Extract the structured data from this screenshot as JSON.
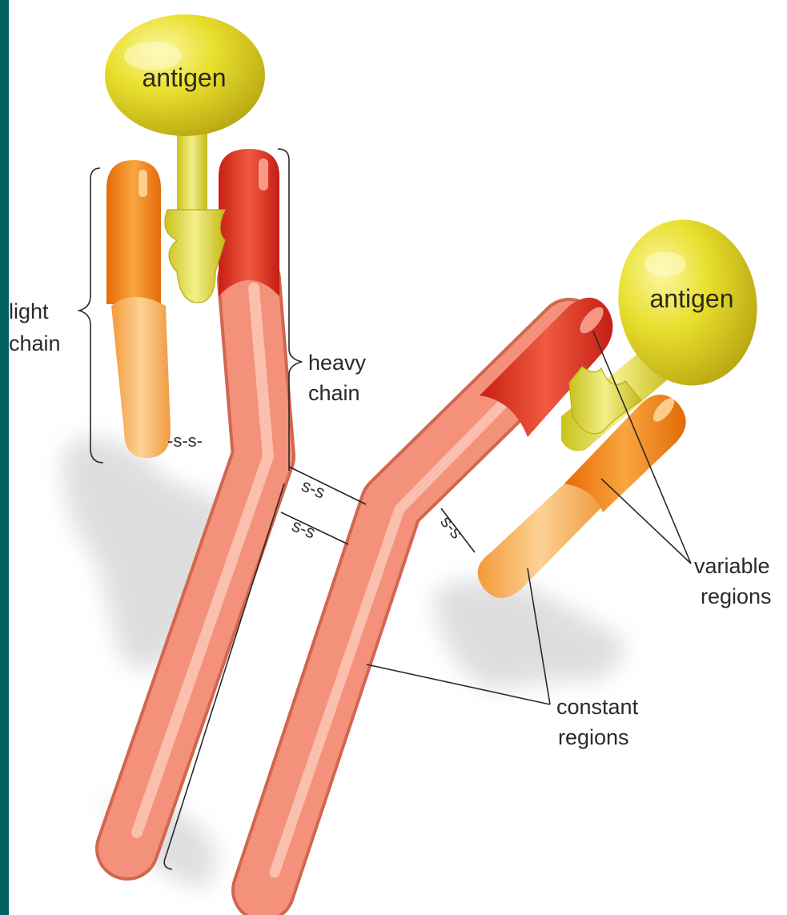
{
  "colors": {
    "edge_bar": "#006060",
    "antigen": "#e4dc2a",
    "antigen_stem": "#ddd840",
    "variable_region": "#e03226",
    "light_variable": "#f08a12",
    "light_constant": "#f7b45a",
    "constant_region": "#f08e78"
  },
  "labels": {
    "antigen_top": "antigen",
    "antigen_right": "antigen",
    "light_chain_1": "light",
    "light_chain_2": "chain",
    "heavy_chain_1": "heavy",
    "heavy_chain_2": "chain",
    "variable_regions_1": "variable",
    "variable_regions_2": "regions",
    "constant_regions_1": "constant",
    "constant_regions_2": "regions",
    "disulfide_light_left": "-s-s-",
    "disulfide_hinge_upper": "s-s",
    "disulfide_hinge_lower": "s-s",
    "disulfide_light_right": "s-s"
  }
}
